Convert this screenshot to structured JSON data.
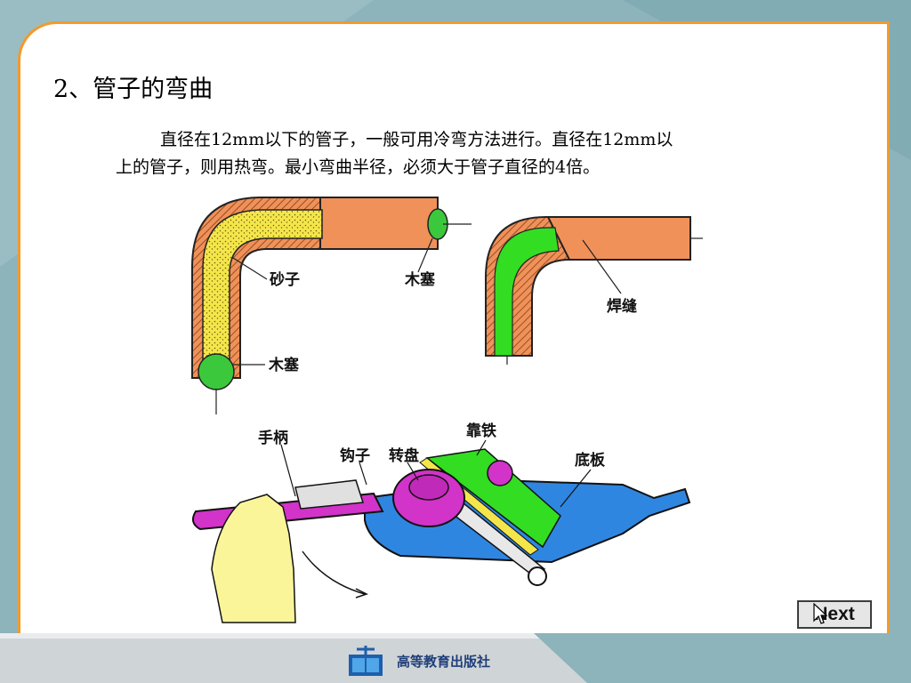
{
  "slide": {
    "title": "2、管子的弯曲",
    "body_line1": "直径在12mm以下的管子，一般可用冷弯方法进行。直径在12mm以",
    "body_line2": "上的管子，则用热弯。最小弯曲半径，必须大于管子直径的4倍。"
  },
  "figure_top_left": {
    "label_sand": "砂子",
    "label_plug_end": "木塞",
    "label_plug_bottom": "木塞"
  },
  "figure_top_right": {
    "label_weld": "焊缝"
  },
  "figure_bender": {
    "label_handle": "手柄",
    "label_hook": "钩子",
    "label_turntable": "转盘",
    "label_guide_iron": "靠铁",
    "label_base_plate": "底板"
  },
  "navigation": {
    "next_label": "Next"
  },
  "footer": {
    "publisher": "高等教育出版社"
  },
  "colors": {
    "background": "#8db3bb",
    "card_border": "#f29a2a",
    "pipe": "#f0915a",
    "sand": "#f4e64a",
    "plug": "#3cc83c",
    "weld_lining": "#33dd22",
    "base_plate": "#2f86e0",
    "turntable": "#d233c8",
    "hand": "#fbf59a",
    "publisher_text": "#1f3e7a"
  }
}
